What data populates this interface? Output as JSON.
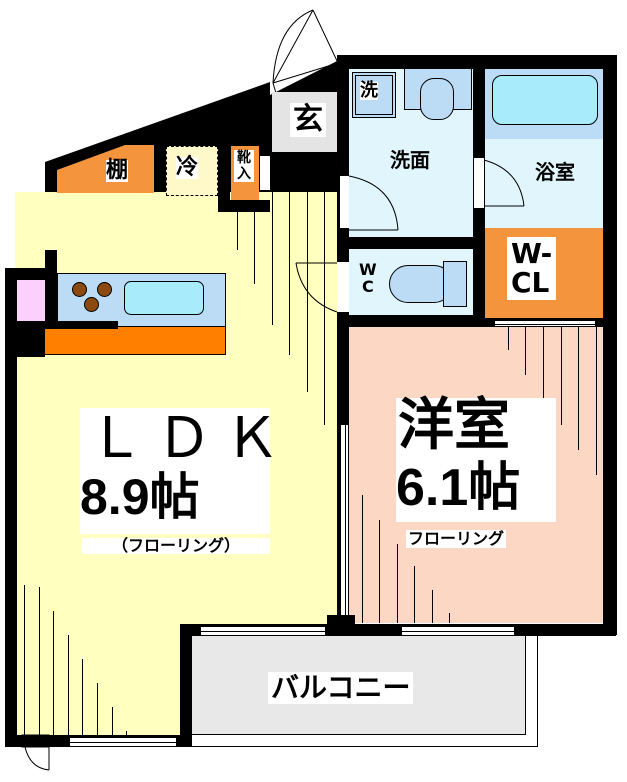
{
  "floor_plan": {
    "rooms": {
      "entrance": {
        "label": "玄"
      },
      "shelf": {
        "label": "棚"
      },
      "fridge": {
        "label": "冷"
      },
      "shoe_storage": {
        "label": "靴入"
      },
      "washroom": {
        "label": "洗面"
      },
      "washing_machine": {
        "label": "洗"
      },
      "bathroom": {
        "label": "浴室"
      },
      "toilet": {
        "label_line1": "W",
        "label_line2": "C"
      },
      "walk_in_closet": {
        "label_line1": "W-",
        "label_line2": "CL"
      },
      "ldk": {
        "name": "ＬＤＫ",
        "size": "8.9帖",
        "flooring": "（フローリング）"
      },
      "western_room": {
        "name": "洋室",
        "size": "6.1帖",
        "flooring": "フローリング"
      },
      "balcony": {
        "label": "バルコニー"
      }
    },
    "colors": {
      "wall": "#000000",
      "ldk_floor": "#ffffc0",
      "western_floor": "#fcd8c4",
      "wet_area": "#e0f6fc",
      "fixture_blue": "#bcdcf6",
      "tub_blue": "#a8ecfc",
      "storage_orange": "#f4943c",
      "kitchen_orange": "#ff8000",
      "entrance_gray": "#e4e4e4",
      "balcony_gray": "#e8e8e8",
      "pink_fixture": "#fcd0fc",
      "stove_brown": "#8c4a10"
    }
  }
}
